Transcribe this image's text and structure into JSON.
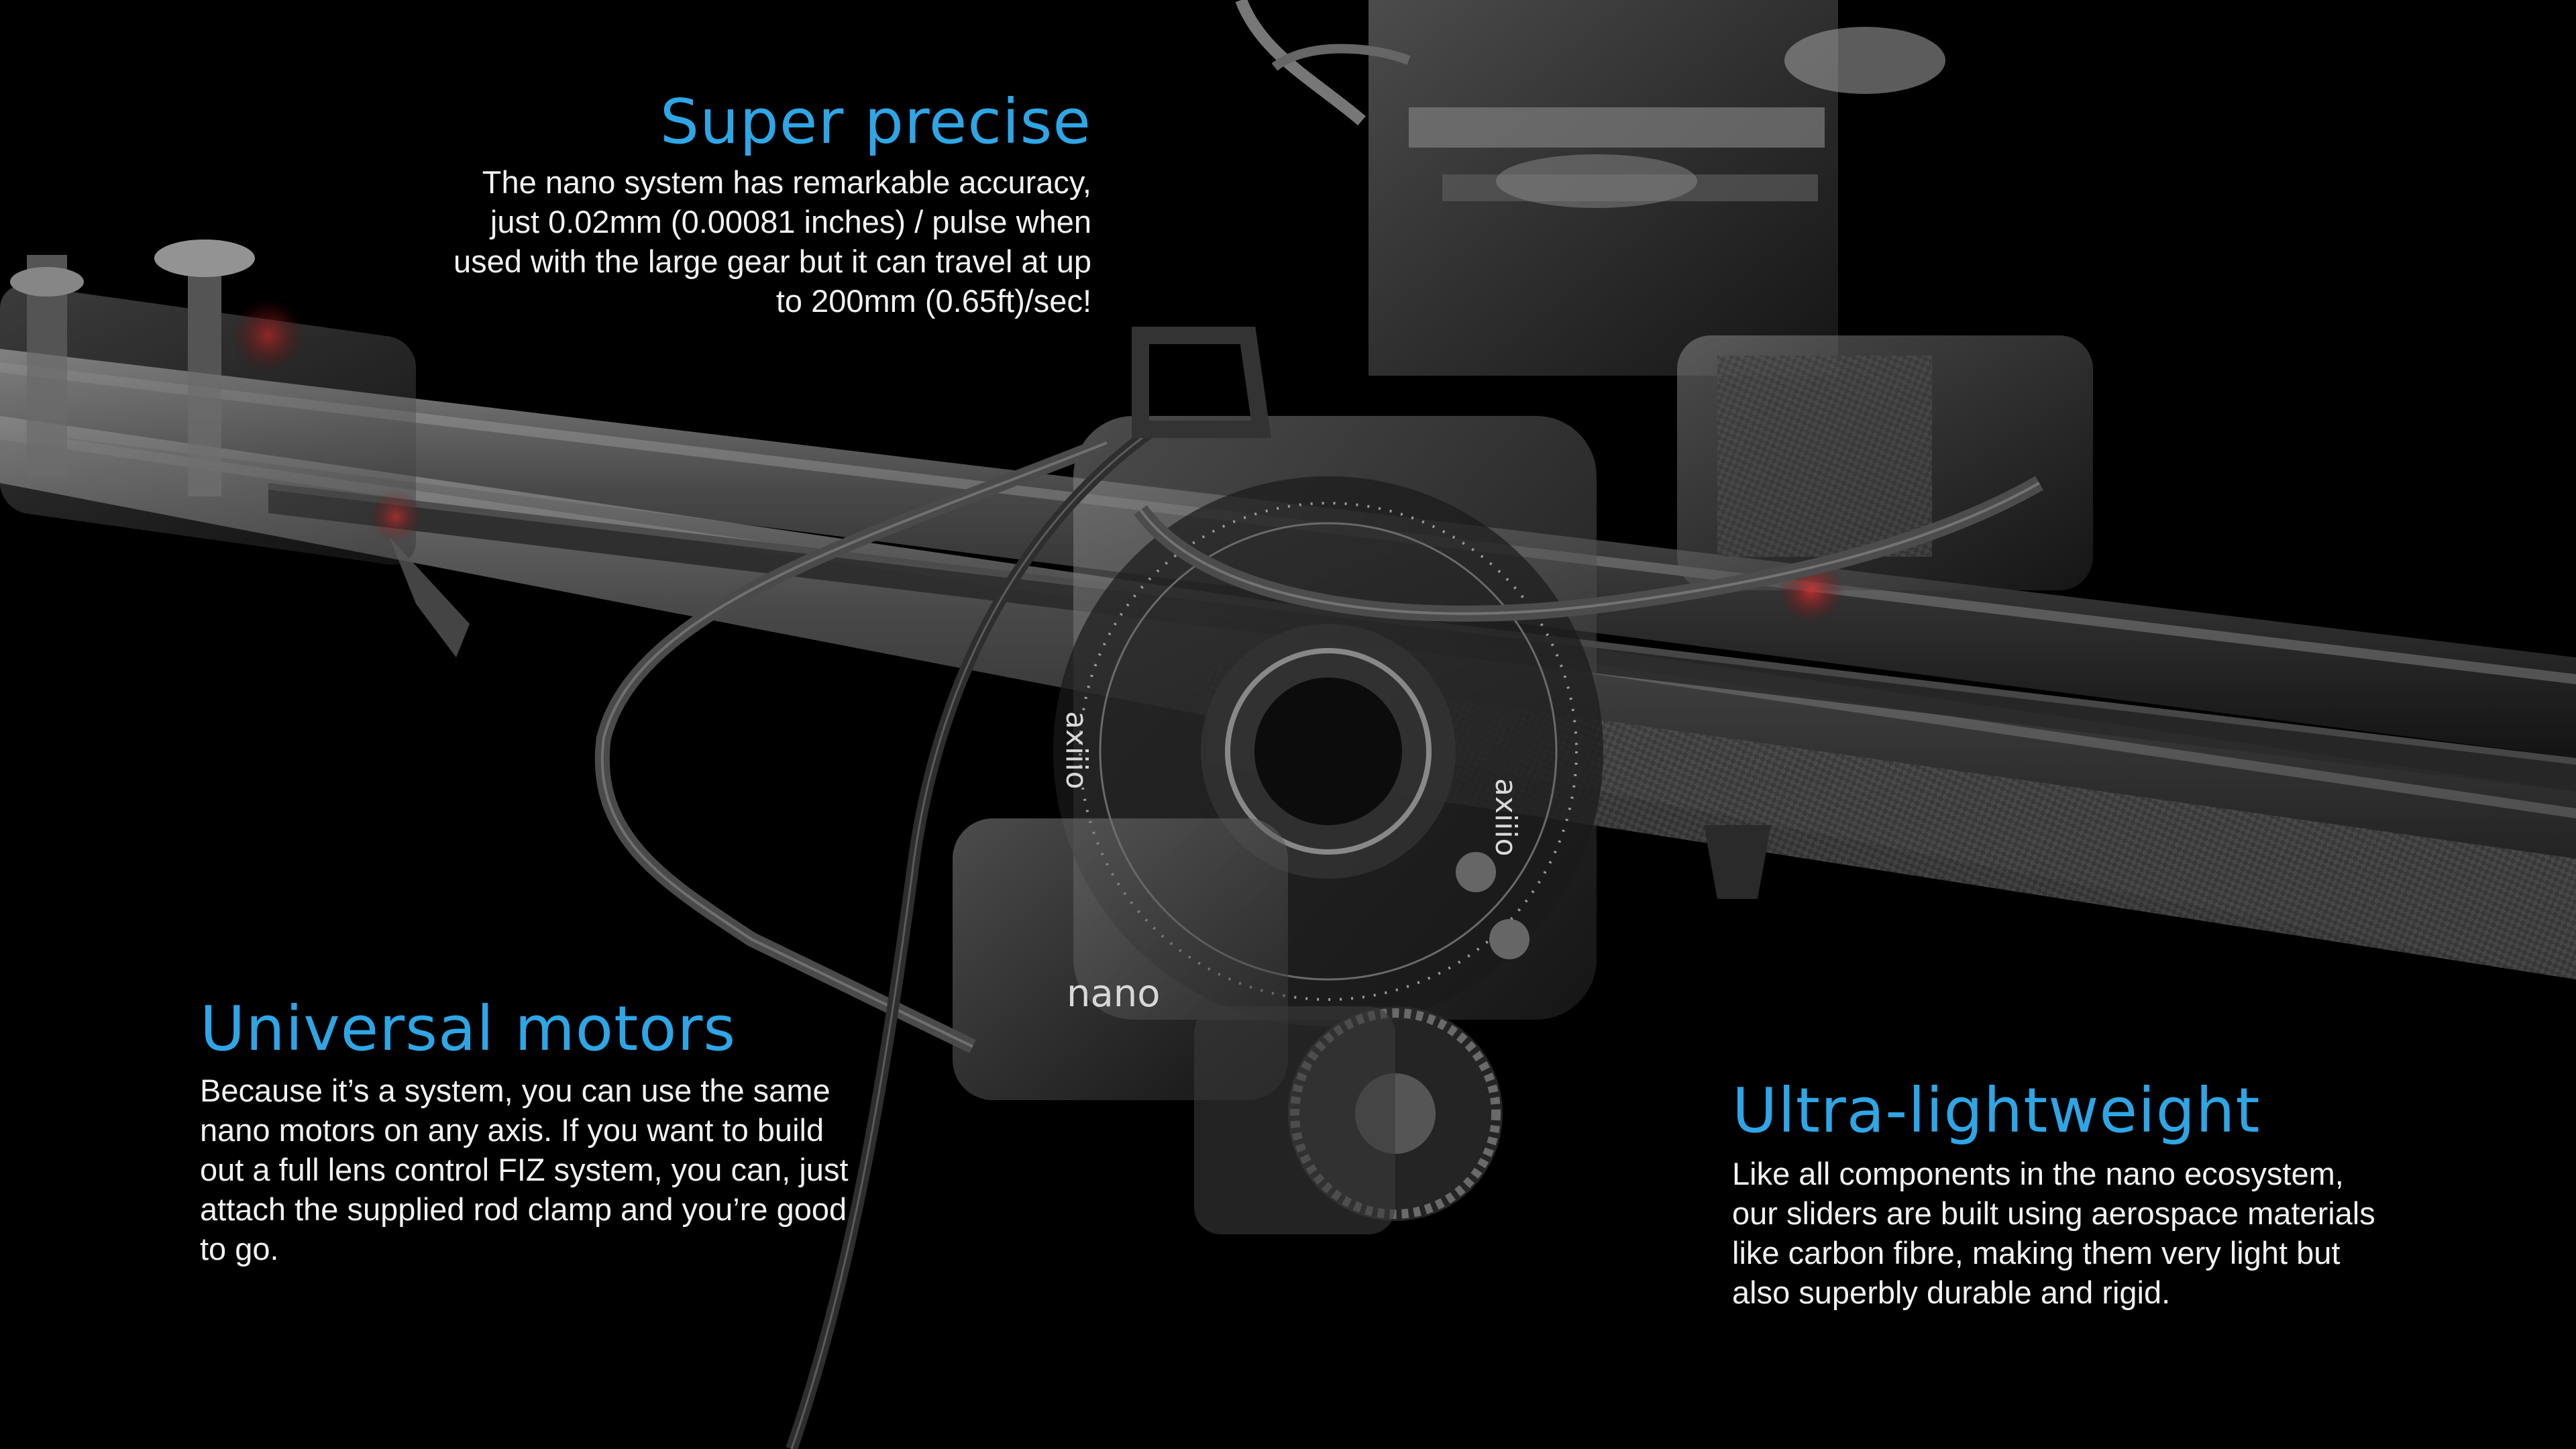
{
  "colors": {
    "background": "#000000",
    "heading": "#2ea6e6",
    "body_text": "#ffffff",
    "metal": "#6a6a6a",
    "accent_red": "#b82020"
  },
  "features": {
    "precise": {
      "title": "Super precise",
      "body": "The nano system has remarkable accuracy, just 0.02mm (0.00081 inches) / pulse when used with the large gear but it can travel at up to 200mm (0.65ft)/sec!"
    },
    "motors": {
      "title": "Universal motors",
      "body": "Because it’s a system, you can use the same nano motors on any axis. If you want to build out a full lens control FIZ system, you can, just attach the supplied rod clamp and you’re good to go."
    },
    "light": {
      "title": "Ultra-lightweight",
      "body": "Like all components in the nano ecosystem, our sliders are built using aerospace materials like carbon fibre, making them very light but also superbly durable and rigid."
    }
  },
  "brand": {
    "engraving": "axiiio",
    "motor_label": "nano"
  }
}
